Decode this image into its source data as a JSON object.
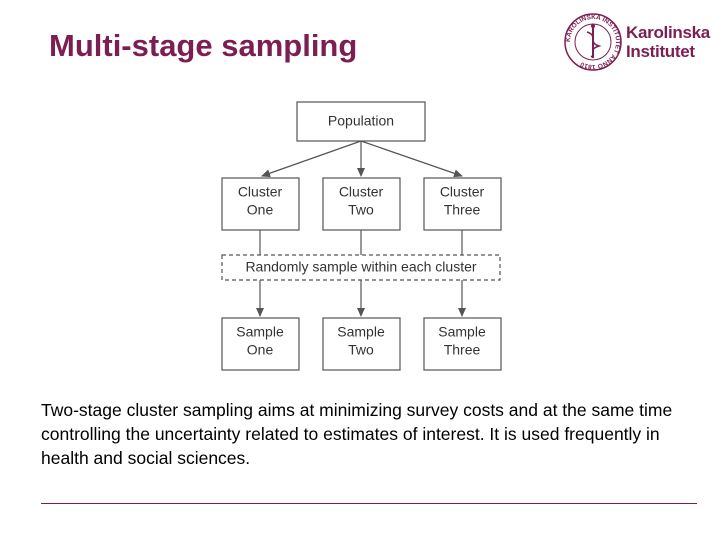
{
  "slide": {
    "title": "Multi-stage sampling",
    "caption": "Two-stage cluster sampling aims at minimizing  survey costs and at the same time controlling the  uncertainty related to estimates of interest. It is used  frequently in health and social sciences."
  },
  "logo": {
    "line1": "Karolinska",
    "line2": "Institutet",
    "seal_text": "KAROLINSKA INSTITUTET ANNO 1810",
    "color": "#7d1e52"
  },
  "diagram": {
    "root": "Population",
    "clusters": [
      {
        "line1": "Cluster",
        "line2": "One"
      },
      {
        "line1": "Cluster",
        "line2": "Two"
      },
      {
        "line1": "Cluster",
        "line2": "Three"
      }
    ],
    "process": "Randomly sample within each cluster",
    "samples": [
      {
        "line1": "Sample",
        "line2": "One"
      },
      {
        "line1": "Sample",
        "line2": "Two"
      },
      {
        "line1": "Sample",
        "line2": "Three"
      }
    ]
  },
  "colors": {
    "accent": "#7d1e52",
    "box_fill": "#ffffff",
    "box_stroke": "#555555",
    "text": "#333333"
  }
}
